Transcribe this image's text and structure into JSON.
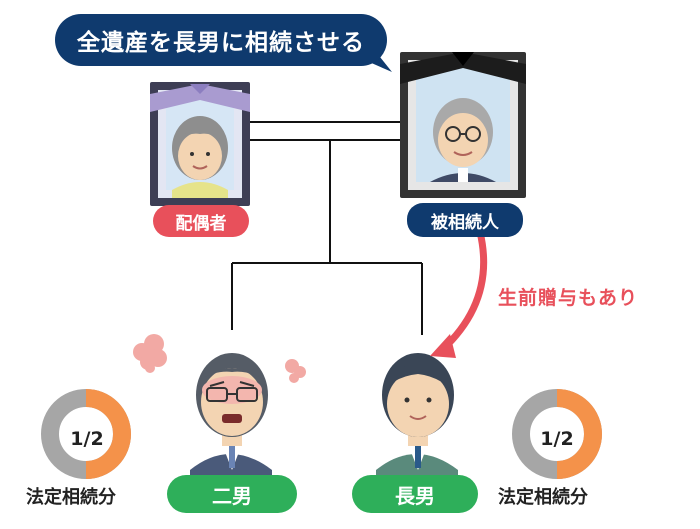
{
  "speech_bubble": "全遺産を長男に相続させる",
  "people": {
    "spouse": "配偶者",
    "deceased": "被相続人",
    "second_son": "二男",
    "eldest_son": "長男"
  },
  "gift_note": "生前贈与もあり",
  "shares": {
    "left_fraction": "1/2",
    "left_label": "法定相続分",
    "right_fraction": "1/2",
    "right_label": "法定相続分",
    "value": 0.5
  },
  "colors": {
    "navy": "#0f3a6e",
    "red": "#e8505b",
    "green": "#2eaf5a",
    "orange": "#f4924a",
    "gray": "#a6a6a6"
  }
}
